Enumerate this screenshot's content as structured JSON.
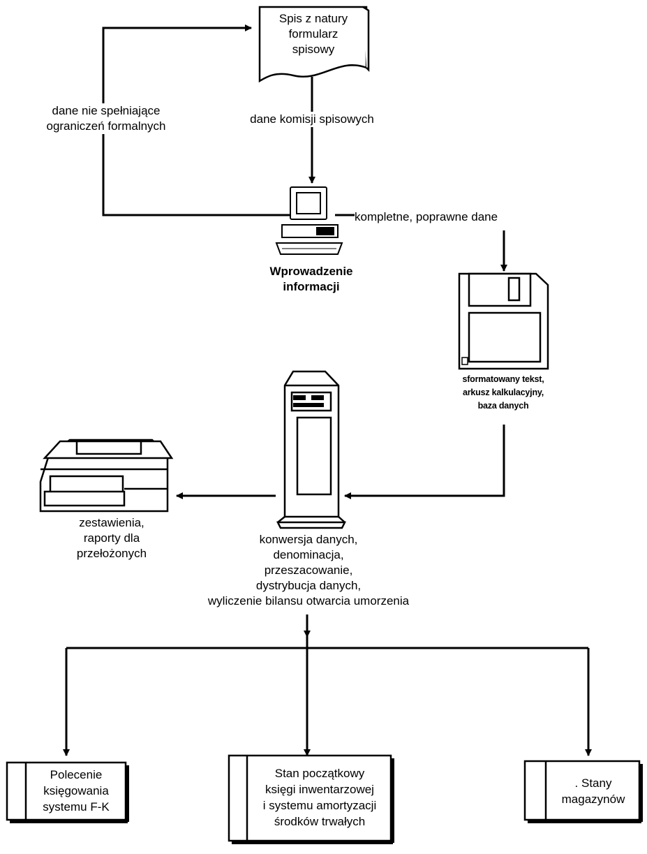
{
  "colors": {
    "line": "#000000",
    "background": "#ffffff",
    "fill_gray": "#d9d9d9"
  },
  "nodes": {
    "document": {
      "icon": "document-icon",
      "label": "Spis z natury\nformularz\nspisowy"
    },
    "computer": {
      "icon": "desktop-computer-icon",
      "label": "Wprowadzenie\ninformacji"
    },
    "floppy": {
      "icon": "floppy-disk-icon",
      "label": "sformatowany tekst,\narkusz kalkulacyjny,\nbaza danych"
    },
    "server": {
      "icon": "tower-server-icon",
      "label": "konwersja danych,\ndenominacja,\nprzeszacowanie,\ndystrybucja danych,\nwyliczenie bilansu otwarcia umorzenia"
    },
    "printer": {
      "icon": "printer-icon",
      "label": "zestawienia,\nraporty dla\nprzełożonych"
    }
  },
  "edges": {
    "feedback": "dane nie spełniające\nograniczeń formalnych",
    "to_computer": "dane komisji spisowych",
    "to_floppy": "kompletne, poprawne dane"
  },
  "outputs": [
    {
      "label": "Polecenie\nksięgowania\nsystemu F-K"
    },
    {
      "label": "Stan początkowy\nksięgi inwentarzowej\ni systemu amortyzacji\nśrodków trwałych"
    },
    {
      "label": ". Stany\nmagazynów"
    }
  ]
}
